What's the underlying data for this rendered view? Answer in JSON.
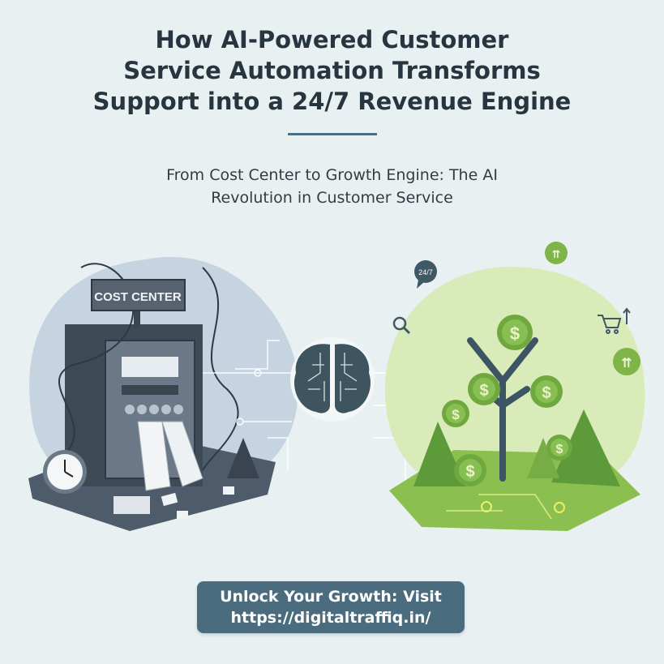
{
  "header": {
    "title_lines": [
      "How AI-Powered Customer",
      "Service Automation Transforms",
      "Support into a 24/7 Revenue Engine"
    ],
    "subtitle_lines": [
      "From Cost Center to Growth Engine: The AI",
      "Revolution in Customer Service"
    ]
  },
  "illustration": {
    "left_sign": "COST CENTER",
    "chat_badge": "24/7",
    "coin_symbol": "$",
    "colors": {
      "left_blob": "#c6d4e1",
      "right_blob": "#d9ebb9",
      "coin": "#8fbf4f",
      "machine": "#4a5868"
    }
  },
  "cta": {
    "line1": "Unlock Your Growth: Visit",
    "line2": "https://digitaltraffiq.in/"
  }
}
